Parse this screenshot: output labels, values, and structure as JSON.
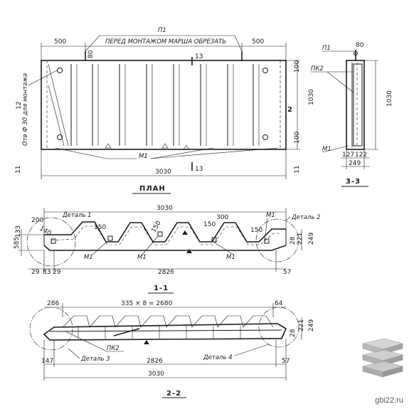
{
  "plan": {
    "title": "ПЛАН",
    "note": "ПЕРЕД МОНТАЖОМ МАРША ОБРЕЗАТЬ",
    "part_p1": "П1",
    "hole_note": "Отв Ф 30 для монтажа",
    "dim_left": "500",
    "dim_right": "500",
    "dim_80": "80",
    "dim_total": "3030",
    "dim_height": "1030",
    "dim_100_top": "100",
    "dim_100_bottom": "100",
    "mark_m1": "М1",
    "section_13": "13",
    "section_12": "12",
    "section_11": "11",
    "section_2": "2"
  },
  "section33": {
    "title": "3-3",
    "part_p1": "П1",
    "part_pk2": "ПК2",
    "part_m1": "М1",
    "dim_80": "80",
    "dim_1030": "1030",
    "dim_127": "127",
    "dim_122": "122",
    "dim_249": "249"
  },
  "section11": {
    "title": "1-1",
    "dim_total": "3030",
    "dim_inner": "2826",
    "dim_200": "200",
    "dim_140": "140",
    "dim_150": "150",
    "dim_300": "300",
    "dim_585": "585",
    "dim_133": "133",
    "dim_29a": "29",
    "dim_83": "83",
    "dim_29b": "29",
    "dim_57": "57",
    "dim_28": "28",
    "dim_221": "221",
    "dim_249": "249",
    "detail1": "Деталь 1",
    "detail2": "Деталь 2",
    "mark_m1": "М1"
  },
  "section22": {
    "title": "2-2",
    "dim_steps": "335 × 8 = 2680",
    "dim_286": "286",
    "dim_64": "64",
    "dim_28": "28",
    "dim_221": "221",
    "dim_249": "249",
    "dim_147": "147",
    "dim_2826": "2826",
    "dim_57": "57",
    "dim_3030": "3030",
    "part_pk2": "ПК2",
    "detail3": "Деталь 3",
    "detail4": "Деталь 4"
  },
  "watermark": "gbi22.ru",
  "logo_icon": "stacked-slabs-icon"
}
